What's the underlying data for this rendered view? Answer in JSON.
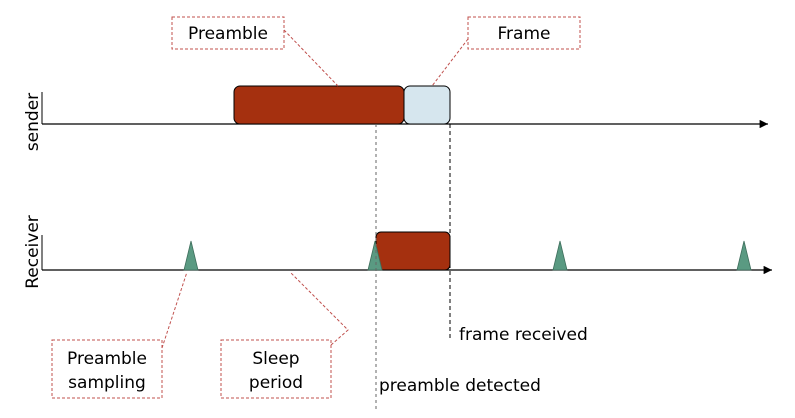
{
  "labels": {
    "preamble": "Preamble",
    "frame": "Frame",
    "sender": "sender",
    "receiver": "Receiver",
    "preamble_sampling_line1": "Preamble",
    "preamble_sampling_line2": "sampling",
    "sleep_period_line1": "Sleep",
    "sleep_period_line2": "period",
    "frame_received": "frame received",
    "preamble_detected": "preamble detected"
  },
  "colors": {
    "preamble_fill": "#a5300f",
    "frame_fill": "#d6e6ee",
    "sample_fill": "#5a9a82",
    "callout_border": "#c0504d"
  }
}
